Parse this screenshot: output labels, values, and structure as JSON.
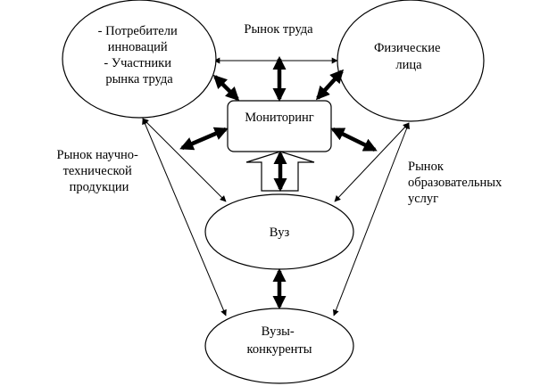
{
  "nodes": {
    "consumers": {
      "lines": [
        "- Потребители",
        "инноваций",
        "- Участники",
        "рынка труда"
      ]
    },
    "individuals": {
      "lines": [
        "Физические",
        "лица"
      ]
    },
    "monitoring": {
      "label": "Мониторинг"
    },
    "university": {
      "label": "Вуз"
    },
    "competitors": {
      "lines": [
        "Вузы-",
        "конкуренты"
      ]
    }
  },
  "edge_labels": {
    "labor_market": "Рынок труда",
    "science_tech": [
      "Рынок научно-",
      "технической",
      "продукции"
    ],
    "education": [
      "Рынок",
      "образовательных",
      "услуг"
    ]
  }
}
